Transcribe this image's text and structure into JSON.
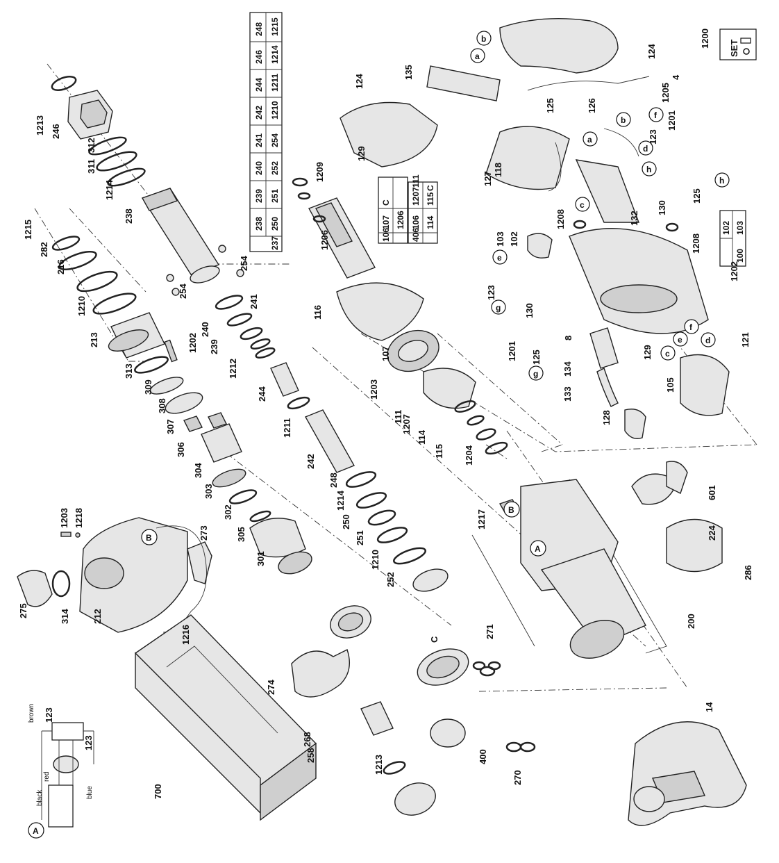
{
  "labels": {
    "l1213a": "1213",
    "l246a": "246",
    "l312": "312",
    "l311": "311",
    "l1214a": "1214",
    "l238": "238",
    "l254a": "254",
    "l254b": "254",
    "l1215": "1215",
    "l282": "282",
    "l216": "216",
    "l1210a": "1210",
    "l213": "213",
    "l1202a": "1202",
    "l313": "313",
    "l309": "309",
    "l308": "308",
    "l307": "307",
    "l306": "306",
    "l304": "304",
    "l303": "303",
    "l302": "302",
    "l305": "305",
    "l301": "301",
    "l241": "241",
    "l240": "240",
    "l239": "239",
    "l1212": "1212",
    "l244": "244",
    "l1211": "1211",
    "l242": "242",
    "l248": "248",
    "l1214b": "1214",
    "l250": "250",
    "l251": "251",
    "l1210b": "1210",
    "l252": "252",
    "l1203a": "1203",
    "l1218": "1218",
    "l273": "273",
    "l275": "275",
    "l314": "314",
    "l212": "212",
    "l1216": "1216",
    "l124a": "124",
    "l129a": "129",
    "l1209": "1209",
    "l1206": "1206",
    "l116": "116",
    "l107": "107",
    "l1203b": "1203",
    "l111": "111",
    "l1207": "1207",
    "l114": "114",
    "l115": "115",
    "l1204": "1204",
    "l1217": "1217",
    "l200": "200",
    "l601": "601",
    "l224": "224",
    "l286": "286",
    "l135": "135",
    "l124b": "124",
    "l1205": "1205",
    "l4": "4",
    "l125a": "125",
    "l126": "126",
    "l123a": "123",
    "l1201a": "1201",
    "l118": "118",
    "l127": "127",
    "l1208a": "1208",
    "l132": "132",
    "l130a": "130",
    "l125b": "125",
    "l1208b": "1208",
    "l103": "103",
    "l102": "102",
    "l123b": "123",
    "l130b": "130",
    "l1201b": "1201",
    "l125c": "125",
    "l8": "8",
    "l134": "134",
    "l129b": "129",
    "l121": "121",
    "l133": "133",
    "l128": "128",
    "l105": "105",
    "l1202b": "1202",
    "l1200": "1200",
    "lC": "C",
    "l271": "271",
    "l274": "274",
    "l268": "268",
    "l258": "258",
    "l1213b": "1213",
    "l400": "400",
    "l270": "270",
    "l14": "14",
    "l700": "700",
    "l123c": "123",
    "l123d": "123"
  },
  "circle_letters": {
    "a1": "a",
    "b1": "b",
    "a2": "a",
    "b2": "b",
    "f1": "f",
    "d1": "d",
    "h1": "h",
    "h2": "h",
    "c1": "c",
    "e1": "e",
    "g1": "g",
    "g2": "g",
    "c2": "c",
    "e2": "e",
    "f2": "f",
    "d2": "d",
    "B1": "B",
    "A1": "A",
    "B2": "B",
    "A2": "A"
  },
  "table_top": {
    "row1": [
      "238",
      "239",
      "240",
      "241",
      "242",
      "244",
      "246",
      "248"
    ],
    "row2": [
      "250",
      "251",
      "252",
      "254",
      "1210",
      "1211",
      "1214",
      "1215"
    ],
    "lead": "237"
  },
  "table_armature": {
    "r1": [
      "106",
      "107",
      "C"
    ],
    "r2": [
      "",
      "1206",
      ""
    ],
    "r3": [
      "406",
      "106",
      "1207",
      "111"
    ],
    "r3b": [
      "115",
      "C"
    ],
    "r4": [
      "",
      "114"
    ]
  },
  "table_housing": {
    "a": "102",
    "b": "100",
    "c": "103"
  },
  "set_box": {
    "text": "SET"
  },
  "wiring": {
    "brown": "brown",
    "red": "red",
    "black": "black",
    "blue": "blue"
  }
}
